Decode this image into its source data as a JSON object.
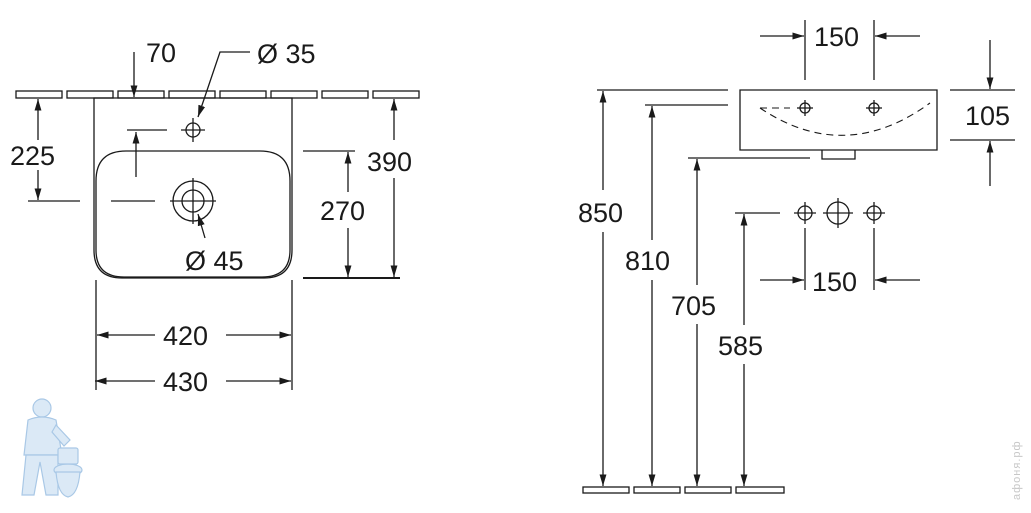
{
  "front_view": {
    "dim_tap_offset": "70",
    "dim_tap_hole": "Ø 35",
    "dim_tap_height": "225",
    "dim_drain": "Ø 45",
    "dim_bowl_depth": "270",
    "dim_total_depth": "390",
    "dim_bowl_width": "420",
    "dim_total_width": "430"
  },
  "side_view": {
    "dim_tap_spacing_top": "150",
    "dim_basin_height": "105",
    "dim_rim_height": "850",
    "dim_810": "810",
    "dim_705": "705",
    "dim_supply_height": "585",
    "dim_tap_spacing_bottom": "150"
  },
  "watermark": "афоня.рф",
  "colors": {
    "line": "#1a1a1a",
    "logo": "#b8d4ec"
  }
}
